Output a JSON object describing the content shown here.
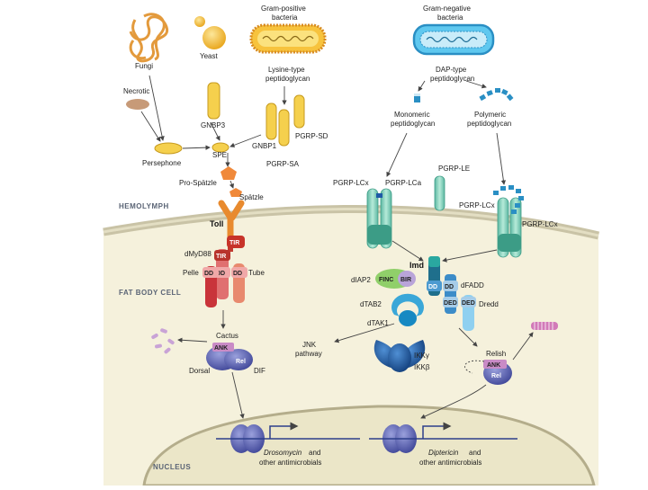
{
  "labels": {
    "fungi": "Fungi",
    "yeast": "Yeast",
    "gram_pos": [
      "Gram-positive",
      "bacteria"
    ],
    "gram_neg": [
      "Gram-negative",
      "bacteria"
    ],
    "lys_pgn": [
      "Lysine-type",
      "peptidoglycan"
    ],
    "dap_pgn": [
      "DAP-type",
      "peptidoglycan"
    ],
    "necrotic": "Necrotic",
    "gnbp3": "GNBP3",
    "gnbp1": "GNBP1",
    "pgrp_sd": "PGRP-SD",
    "pgrp_sa": "PGRP-SA",
    "persephone": "Persephone",
    "spe": "SPE",
    "pro_spatzle": "Pro-Spätzle",
    "spatzle": "Spätzle",
    "hemolymph": "HEMOLYMPH",
    "toll": "Toll",
    "tir": "TIR",
    "dmyd88": "dMyD88",
    "pelle": "Pelle",
    "tube": "Tube",
    "dd": "DD",
    "fat_body": "FAT BODY CELL",
    "cactus": "Cactus",
    "ank": "ANK",
    "dorsal": "Dorsal",
    "dif": "DIF",
    "monomeric": [
      "Monomeric",
      "peptidoglycan"
    ],
    "polymeric": [
      "Polymeric",
      "peptidoglycan"
    ],
    "pgrp_lcx": "PGRP-LCx",
    "pgrp_lca": "PGRP-LCa",
    "pgrp_le": "PGRP-LE",
    "imd": "Imd",
    "diap2": "dIAP2",
    "finc": "FINC",
    "bir": "BIR",
    "dfadd": "dFADD",
    "ded": "DED",
    "dredd": "Dredd",
    "dtab2": "dTAB2",
    "dtak1": "dTAK1",
    "jnk": [
      "JNK",
      "pathway"
    ],
    "ikkg": "IKKγ",
    "ikkb": "IKKβ",
    "relish": "Relish",
    "rel": "Rel",
    "nucleus": "NUCLEUS",
    "drosomycin": "Drosomycin",
    "diptericin": "Diptericin",
    "other_amp": [
      "and",
      "other antimicrobials"
    ]
  },
  "colors": {
    "fungi": "#e8a048",
    "yeast": "#f3bf3a",
    "gram_pos_fill": "#f6c23c",
    "gram_neg_fill": "#58c7ee",
    "teal": "#8ed6c2",
    "teal_dark": "#3c9c86",
    "red": "#d2463c",
    "pink": "#e88a8a",
    "purple": "#5a62b4",
    "blue_dark": "#1e5aa6",
    "cyan": "#3aa7d8",
    "cell": "#f5f1dc",
    "nucleus": "#ece8cf"
  }
}
